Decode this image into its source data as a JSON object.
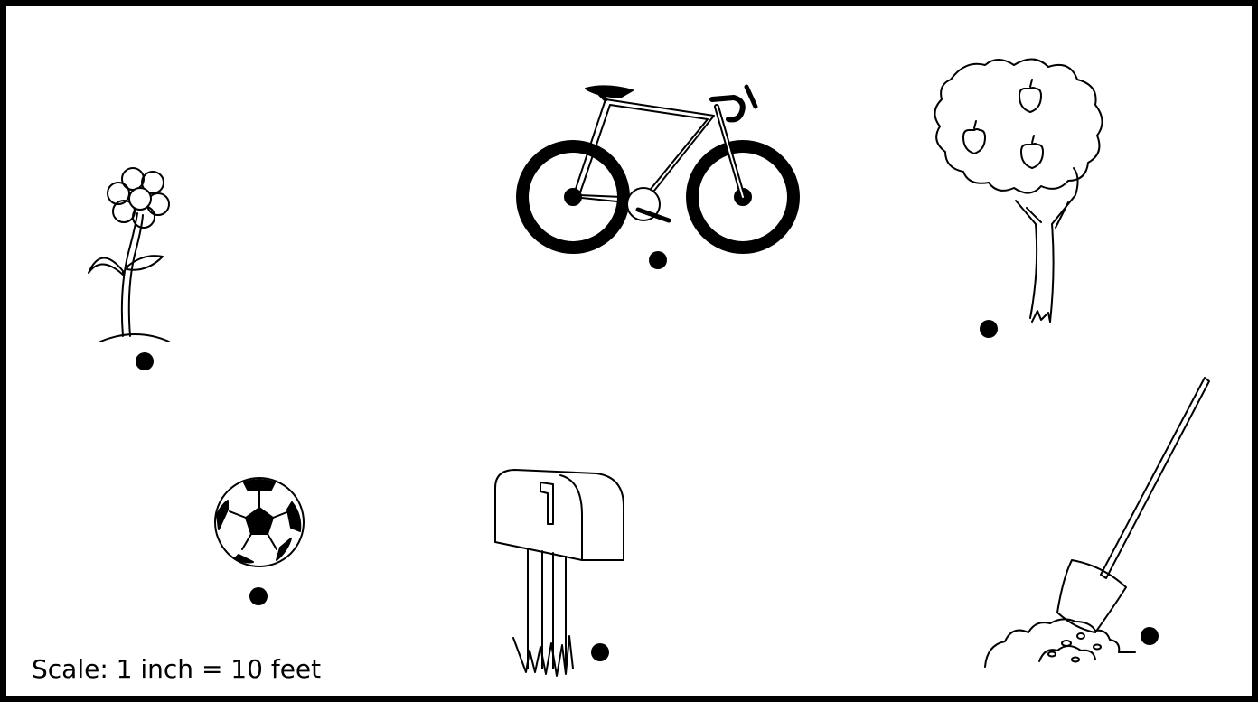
{
  "map": {
    "scale_text": "Scale: 1 inch = 10 feet",
    "items": [
      {
        "name": "flower",
        "icon": "flower-icon"
      },
      {
        "name": "bicycle",
        "icon": "bicycle-icon"
      },
      {
        "name": "apple tree",
        "icon": "apple-tree-icon"
      },
      {
        "name": "soccer ball",
        "icon": "soccer-ball-icon"
      },
      {
        "name": "mailbox",
        "icon": "mailbox-icon"
      },
      {
        "name": "shovel",
        "icon": "shovel-icon"
      }
    ],
    "colors": {
      "ink": "#000000",
      "background": "#ffffff"
    }
  }
}
